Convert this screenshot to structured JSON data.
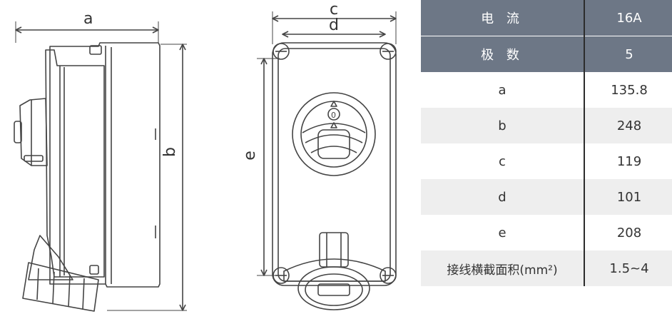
{
  "dimension_labels": {
    "a": "a",
    "b": "b",
    "c": "c",
    "d": "d",
    "e": "e"
  },
  "spec_table": {
    "header_rows": [
      {
        "label": "电 流",
        "value": "16A"
      },
      {
        "label": "极 数",
        "value": "5"
      }
    ],
    "rows": [
      {
        "label": "a",
        "value": "135.8"
      },
      {
        "label": "b",
        "value": "248"
      },
      {
        "label": "c",
        "value": "119"
      },
      {
        "label": "d",
        "value": "101"
      },
      {
        "label": "e",
        "value": "208"
      },
      {
        "label": "接线横截面积(mm²)",
        "value": "1.5~4"
      }
    ]
  },
  "colors": {
    "header_bg": "#6d7786",
    "row_alt_bg": "#eeeeee",
    "divider": "#2c2c2c"
  }
}
